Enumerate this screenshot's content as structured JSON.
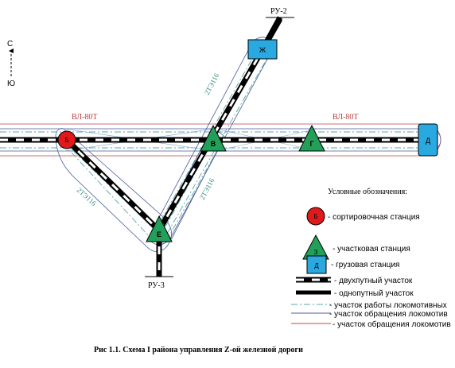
{
  "compass": {
    "north": "С",
    "south": "Ю"
  },
  "borders": {
    "top": "РУ-2",
    "bottom": "РУ-3"
  },
  "locomotives": {
    "electric": "ВЛ-80Т",
    "diesel": "2ТЭ116"
  },
  "stations": {
    "b": "Б",
    "v": "В",
    "g": "Г",
    "d": "Д",
    "e": "Е",
    "zh": "Ж"
  },
  "legend": {
    "title": "Условные обозначения:",
    "sort_symbol": "Б",
    "sort_label": "- сортировочная станция",
    "section_symbol": "З",
    "section_label": "- участковая станция",
    "cargo_symbol": "Д",
    "cargo_label": "- грузовая станция",
    "double_track": "- двухпутный участок",
    "single_track": "- однопутный участок",
    "loco_work": "- участок работы локомотивных",
    "loco_circ_1": "- участок обращения локомотив",
    "loco_circ_2": "- участок обращения локомотив"
  },
  "caption": "Рис 1.1. Схема I района управления Z-ой железной дороги",
  "colors": {
    "station_green": "#22a05a",
    "station_red": "#e01a1a",
    "station_blue": "#2aa8e0",
    "loco_dashdot": "#5aa8a0",
    "loco_red": "#c84040",
    "loco_blue": "#4a5aa0"
  }
}
